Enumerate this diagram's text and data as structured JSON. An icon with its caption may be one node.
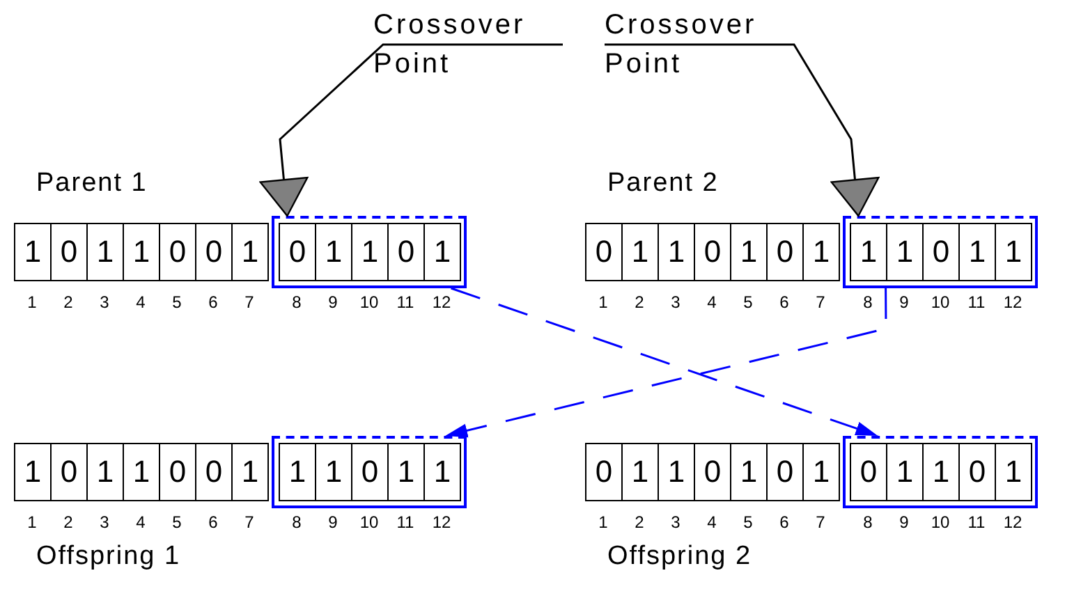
{
  "diagram": {
    "nodes": [
      {
        "text": [
          "Crossover Point"
        ]
      },
      {
        "text": [
          "Crossover Point"
        ]
      },
      {
        "text": [
          "Parent 1"
        ]
      },
      {
        "text": [
          "1"
        ],
        "in": 2,
        "beside": [
          "1"
        ]
      },
      {
        "text": [
          "0"
        ],
        "in": 2,
        "beside": [
          "2"
        ]
      },
      {
        "text": [
          "1"
        ],
        "in": 2,
        "beside": [
          "3"
        ]
      },
      {
        "text": [
          "1"
        ],
        "in": 2,
        "beside": [
          "4"
        ]
      },
      {
        "text": [
          "0"
        ],
        "in": 2,
        "beside": [
          "5"
        ]
      },
      {
        "text": [
          "0"
        ],
        "in": 2,
        "beside": [
          "6"
        ]
      },
      {
        "text": [
          "1"
        ],
        "in": 2,
        "beside": [
          "7"
        ]
      },
      {
        "text": [],
        "shape": "box",
        "in": 2
      },
      {
        "text": [
          "0"
        ],
        "in": 10,
        "beside": [
          "8"
        ]
      },
      {
        "text": [
          "1"
        ],
        "in": 10,
        "beside": [
          "9"
        ]
      },
      {
        "text": [
          "1"
        ],
        "in": 10,
        "beside": [
          "10"
        ]
      },
      {
        "text": [
          "0"
        ],
        "in": 10,
        "beside": [
          "11"
        ]
      },
      {
        "text": [
          "1"
        ],
        "in": 10,
        "beside": [
          "12"
        ]
      },
      {
        "text": [
          "Parent 2"
        ]
      },
      {
        "text": [
          "0"
        ],
        "in": 16,
        "beside": [
          "1"
        ]
      },
      {
        "text": [
          "1"
        ],
        "in": 16,
        "beside": [
          "2"
        ]
      },
      {
        "text": [
          "1"
        ],
        "in": 16,
        "beside": [
          "3"
        ]
      },
      {
        "text": [
          "0"
        ],
        "in": 16,
        "beside": [
          "4"
        ]
      },
      {
        "text": [
          "1"
        ],
        "in": 16,
        "beside": [
          "5"
        ]
      },
      {
        "text": [
          "0"
        ],
        "in": 16,
        "beside": [
          "6"
        ]
      },
      {
        "text": [
          "1"
        ],
        "in": 16,
        "beside": [
          "7"
        ]
      },
      {
        "text": [],
        "shape": "box",
        "in": 16
      },
      {
        "text": [
          "1"
        ],
        "in": 24,
        "beside": [
          "8"
        ]
      },
      {
        "text": [
          "1"
        ],
        "in": 24,
        "beside": [
          "9"
        ]
      },
      {
        "text": [
          "0"
        ],
        "in": 24,
        "beside": [
          "10"
        ]
      },
      {
        "text": [
          "1"
        ],
        "in": 24,
        "beside": [
          "11"
        ]
      },
      {
        "text": [
          "1"
        ],
        "in": 24,
        "beside": [
          "12"
        ]
      },
      {
        "text": [
          "Offspring 1"
        ]
      },
      {
        "text": [
          "1"
        ],
        "in": 30,
        "beside": [
          "1"
        ]
      },
      {
        "text": [
          "0"
        ],
        "in": 30,
        "beside": [
          "2"
        ]
      },
      {
        "text": [
          "1"
        ],
        "in": 30,
        "beside": [
          "3"
        ]
      },
      {
        "text": [
          "1"
        ],
        "in": 30,
        "beside": [
          "4"
        ]
      },
      {
        "text": [
          "0"
        ],
        "in": 30,
        "beside": [
          "5"
        ]
      },
      {
        "text": [
          "0"
        ],
        "in": 30,
        "beside": [
          "6"
        ]
      },
      {
        "text": [
          "1"
        ],
        "in": 30,
        "beside": [
          "7"
        ]
      },
      {
        "text": [],
        "shape": "box",
        "in": 30
      },
      {
        "text": [
          "1"
        ],
        "in": 38,
        "beside": [
          "8"
        ]
      },
      {
        "text": [
          "1"
        ],
        "in": 38,
        "beside": [
          "9"
        ]
      },
      {
        "text": [
          "0"
        ],
        "in": 38,
        "beside": [
          "10"
        ]
      },
      {
        "text": [
          "1"
        ],
        "in": 38,
        "beside": [
          "11"
        ]
      },
      {
        "text": [
          "1"
        ],
        "in": 38,
        "beside": [
          "12"
        ]
      },
      {
        "text": [
          "Offspring 2"
        ]
      },
      {
        "text": [
          "0"
        ],
        "in": 44,
        "beside": [
          "1"
        ]
      },
      {
        "text": [
          "1"
        ],
        "in": 44,
        "beside": [
          "2"
        ]
      },
      {
        "text": [
          "1"
        ],
        "in": 44,
        "beside": [
          "3"
        ]
      },
      {
        "text": [
          "0"
        ],
        "in": 44,
        "beside": [
          "4"
        ]
      },
      {
        "text": [
          "1"
        ],
        "in": 44,
        "beside": [
          "5"
        ]
      },
      {
        "text": [
          "0"
        ],
        "in": 44,
        "beside": [
          "6"
        ]
      },
      {
        "text": [
          "1"
        ],
        "in": 44,
        "beside": [
          "7"
        ]
      },
      {
        "text": [],
        "shape": "box",
        "in": 44
      },
      {
        "text": [
          "0"
        ],
        "in": 52,
        "beside": [
          "8"
        ]
      },
      {
        "text": [
          "1"
        ],
        "in": 52,
        "beside": [
          "9"
        ]
      },
      {
        "text": [
          "1"
        ],
        "in": 52,
        "beside": [
          "10"
        ]
      },
      {
        "text": [
          "0"
        ],
        "in": 52,
        "beside": [
          "11"
        ]
      },
      {
        "text": [
          "1"
        ],
        "in": 52,
        "beside": [
          "12"
        ]
      }
    ],
    "edges": [
      {
        "from": 0,
        "to": 10,
        "arrow": "to"
      },
      {
        "from": 1,
        "to": 24,
        "arrow": "to"
      },
      {
        "from": 10,
        "to": 52,
        "arrow": "to",
        "style": "dashed",
        "color": "#0000ff"
      },
      {
        "from": 24,
        "to": 38,
        "arrow": "to",
        "style": "dashed",
        "color": "#0000ff"
      }
    ]
  }
}
